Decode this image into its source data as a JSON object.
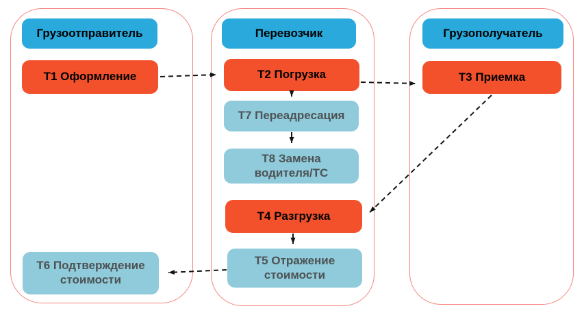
{
  "diagram": {
    "title": "",
    "lanes": [
      {
        "id": "shipper",
        "title": "Грузоотправитель"
      },
      {
        "id": "carrier",
        "title": "Перевозчик"
      },
      {
        "id": "consignee",
        "title": "Грузополучатель"
      }
    ],
    "tasks": [
      {
        "id": "T1",
        "lane": "shipper",
        "label": "Т1 Оформление",
        "style": "highlight"
      },
      {
        "id": "T6",
        "lane": "shipper",
        "label": "Т6 Подтверждение стоимости",
        "style": "muted"
      },
      {
        "id": "T2",
        "lane": "carrier",
        "label": "Т2 Погрузка",
        "style": "highlight"
      },
      {
        "id": "T7",
        "lane": "carrier",
        "label": "Т7 Переадресация",
        "style": "muted"
      },
      {
        "id": "T8",
        "lane": "carrier",
        "label": "Т8 Замена водителя/ТС",
        "style": "muted"
      },
      {
        "id": "T4",
        "lane": "carrier",
        "label": "Т4 Разгрузка",
        "style": "highlight"
      },
      {
        "id": "T5",
        "lane": "carrier",
        "label": "Т5 Отражение стоимости",
        "style": "muted"
      },
      {
        "id": "T3",
        "lane": "consignee",
        "label": "Т3 Приемка",
        "style": "highlight"
      }
    ],
    "flows": [
      {
        "from": "T1",
        "to": "T2",
        "kind": "dashed-arrow"
      },
      {
        "from": "T2",
        "to": "T3",
        "kind": "dashed-arrow"
      },
      {
        "from": "T2",
        "to": "T7",
        "kind": "dashed-arrow"
      },
      {
        "from": "T7",
        "to": "T8",
        "kind": "dashed-arrow"
      },
      {
        "from": "T3",
        "to": "T4",
        "kind": "dashed-arrow"
      },
      {
        "from": "T4",
        "to": "T5",
        "kind": "dashed-arrow"
      },
      {
        "from": "T5",
        "to": "T6",
        "kind": "dashed-arrow"
      }
    ],
    "colors": {
      "lane_border": "#f4837d",
      "lane_header_bg": "#29a9dc",
      "task_highlight_bg": "#f3512c",
      "task_muted_bg": "#8fcbdb",
      "task_muted_text": "#4d5254",
      "text_primary": "#000000",
      "arrow": "#141414",
      "background": "#ffffff"
    }
  }
}
